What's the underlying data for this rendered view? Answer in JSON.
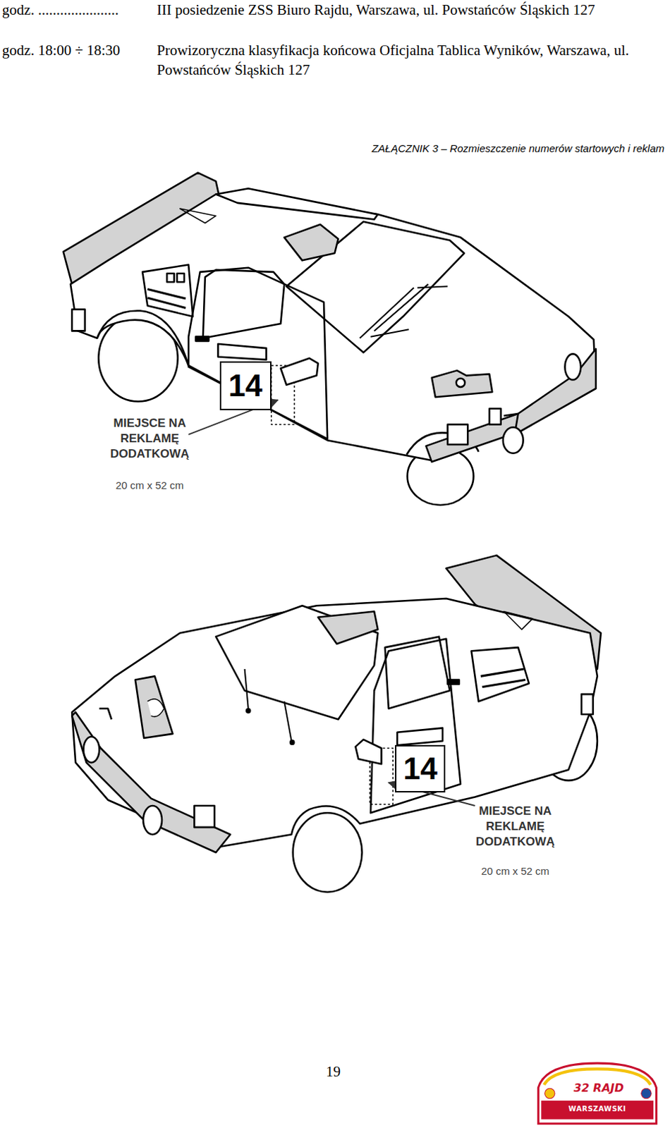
{
  "diagram": {
    "title": "ZAŁĄCZNIK 3 – Rozmieszczenie numerów startowych i reklam",
    "nodes": [
      {
        "text": [
          "14"
        ]
      },
      {
        "text": [
          "14"
        ]
      }
    ],
    "labels": [
      "godz. ......................",
      "III posiedzenie ZSS Biuro Rajdu, Warszawa, ul. Powstańców Śląskich 127",
      "godz. 18:00 ÷ 18:30",
      "Prowizoryczna klasyfikacja końcowa Oficjalna Tablica Wyników, Warszawa, ul. Powstańców Śląskich 127",
      "MIEJSCE NA REKLAMĘ DODATKOWĄ",
      "20 cm x 52 cm",
      "MIEJSCE NA REKLAMĘ DODATKOWĄ",
      "20 cm x 52 cm",
      "19",
      "32 RAJD",
      "WARSZAWSKI"
    ]
  }
}
